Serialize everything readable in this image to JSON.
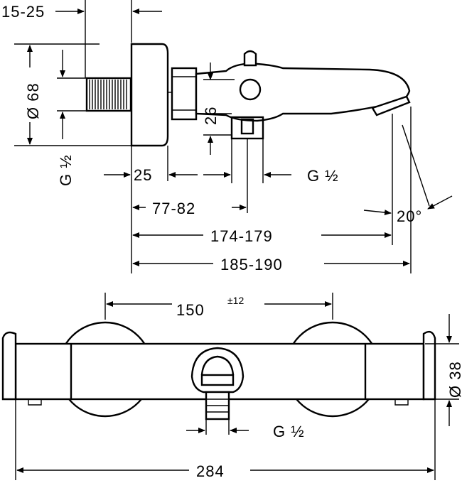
{
  "side_view": {
    "dim_wall_offset": "15-25",
    "dim_rosette_diameter": "Ø 68",
    "dim_inlet_thread_left": "G ½",
    "dim_rosette_depth": "25",
    "dim_outlet_height": "26",
    "dim_outlet_thread": "G ½",
    "dim_outlet_distance": "77-82",
    "dim_spout_length": "174-179",
    "dim_total_projection": "185-190",
    "dim_spout_angle": "20°"
  },
  "front_view": {
    "dim_centers": "150",
    "dim_centers_tolerance": "±12",
    "dim_body_diameter": "Ø 38",
    "dim_outlet_thread": "G ½",
    "dim_total_width": "284"
  }
}
